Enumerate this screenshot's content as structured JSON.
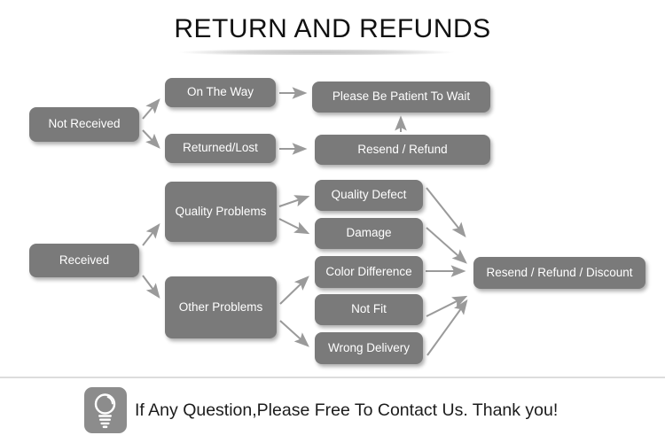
{
  "title": "RETURN AND REFUNDS",
  "colors": {
    "box_fill": "#7a7a7a",
    "box_text": "#ffffff",
    "arrow": "#9a9a9a",
    "title_text": "#111111",
    "divider": "#dcdcdc",
    "icon_bg": "#8c8c8c"
  },
  "nodes": {
    "not_received": "Not Received",
    "on_the_way": "On The Way",
    "returned_lost": "Returned/Lost",
    "please_wait": "Please Be Patient To Wait",
    "resend_refund": "Resend / Refund",
    "received": "Received",
    "quality_problems": "Quality Problems",
    "other_problems": "Other Problems",
    "quality_defect": "Quality Defect",
    "damage": "Damage",
    "color_difference": "Color Difference",
    "not_fit": "Not Fit",
    "wrong_delivery": "Wrong Delivery",
    "resend_refund_discount": "Resend / Refund / Discount"
  },
  "edges": [
    {
      "from": "not_received",
      "to": "on_the_way"
    },
    {
      "from": "not_received",
      "to": "returned_lost"
    },
    {
      "from": "on_the_way",
      "to": "please_wait"
    },
    {
      "from": "returned_lost",
      "to": "resend_refund"
    },
    {
      "from": "resend_refund",
      "to": "please_wait"
    },
    {
      "from": "received",
      "to": "quality_problems"
    },
    {
      "from": "received",
      "to": "other_problems"
    },
    {
      "from": "quality_problems",
      "to": "quality_defect"
    },
    {
      "from": "quality_problems",
      "to": "damage"
    },
    {
      "from": "other_problems",
      "to": "color_difference"
    },
    {
      "from": "other_problems",
      "to": "wrong_delivery"
    },
    {
      "from": "quality_defect",
      "to": "resend_refund_discount"
    },
    {
      "from": "damage",
      "to": "resend_refund_discount"
    },
    {
      "from": "color_difference",
      "to": "resend_refund_discount"
    },
    {
      "from": "not_fit",
      "to": "resend_refund_discount"
    },
    {
      "from": "wrong_delivery",
      "to": "resend_refund_discount"
    }
  ],
  "footer": {
    "icon": "light-bulb-icon",
    "text": "If Any Question,Please Free To Contact Us. Thank you!"
  }
}
